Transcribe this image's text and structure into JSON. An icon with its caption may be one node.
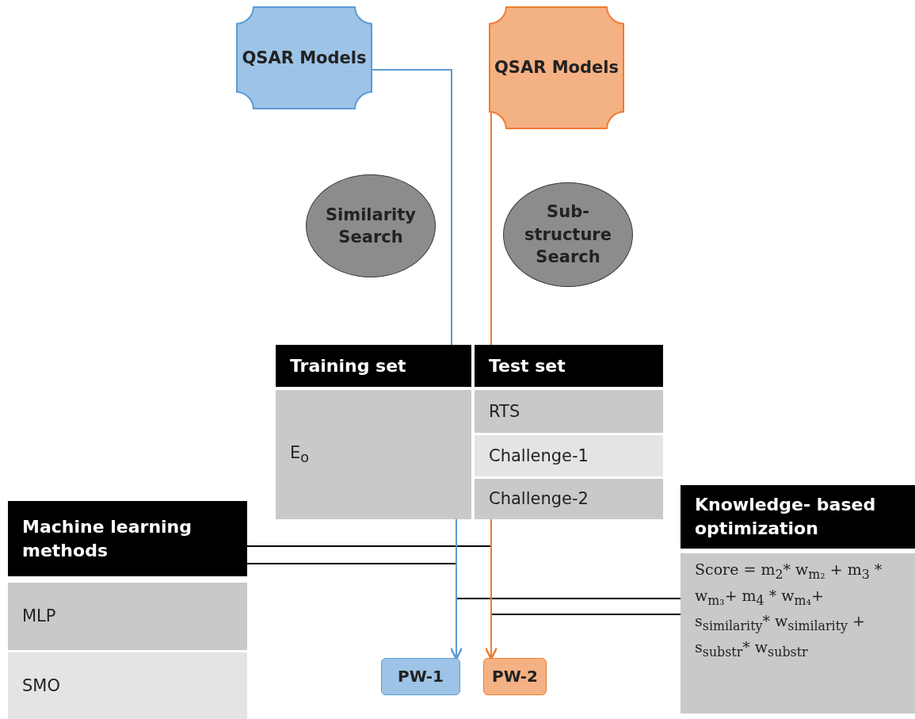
{
  "diagram": {
    "nodes": [
      {
        "text": [
          "QSAR Models"
        ]
      },
      {
        "text": [
          "QSAR Models"
        ]
      },
      {
        "text": [
          "Similarity Search"
        ]
      },
      {
        "text": [
          "Sub- structure Search"
        ]
      },
      {
        "text": [
          "Training set"
        ]
      },
      {
        "text": [
          "Test set"
        ]
      },
      {
        "text": [
          "E$_{o}$"
        ]
      },
      {
        "text": [
          "RTS"
        ]
      },
      {
        "text": [
          "Challenge-1"
        ]
      },
      {
        "text": [
          "Challenge-2"
        ]
      },
      {
        "text": [
          "Machine learning methods"
        ]
      },
      {
        "text": [
          "MLP"
        ]
      },
      {
        "text": [
          "SMO"
        ]
      },
      {
        "text": [
          "Knowledge- based optimization"
        ]
      },
      {
        "text": [
          "Score = m$_{2}$* w$_{m₂}$ + m$_{3}$ * w$_{m₃}$+ m$_{4}$ * w$_{m₄}$+ s$_{similarity}$* w$_{similarity}$ + s$_{substr}$* w$_{substr}$"
        ]
      },
      {
        "text": [
          "PW-1"
        ]
      },
      {
        "text": [
          "PW-2"
        ]
      }
    ],
    "edges": [
      {
        "from": 0,
        "to": 4,
        "arrow": "none",
        "color": "#5b9bd5"
      },
      {
        "from": 1,
        "to": 5,
        "arrow": "none",
        "color": "#ed7d31"
      },
      {
        "from": 6,
        "to": 15,
        "arrow": "to",
        "color": "#5b9bd5"
      },
      {
        "from": 9,
        "to": 16,
        "arrow": "to",
        "color": "#ed7d31"
      },
      {
        "from": 10,
        "to": 16,
        "arrow": "none"
      },
      {
        "from": 10,
        "to": 15,
        "arrow": "none"
      },
      {
        "from": 14,
        "to": 15,
        "arrow": "none"
      },
      {
        "from": 14,
        "to": 16,
        "arrow": "none"
      }
    ]
  }
}
